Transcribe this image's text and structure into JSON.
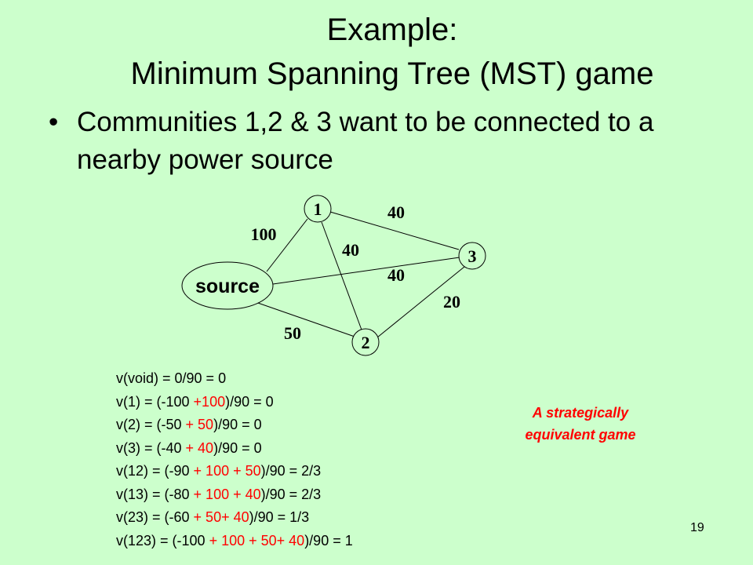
{
  "title": {
    "line1": "Example:",
    "line2": "Minimum Spanning Tree (MST) game"
  },
  "bullet": {
    "marker": "•",
    "text": "Communities 1,2 & 3 want to be connected to a nearby power source"
  },
  "graph": {
    "nodes": {
      "source": "source",
      "n1": "1",
      "n2": "2",
      "n3": "3"
    },
    "edges": {
      "source_1": "100",
      "one_3": "40",
      "one_2": "40",
      "source_3": "40",
      "two_3": "20",
      "source_2": "50"
    }
  },
  "equations": [
    {
      "prefix": "v(void) = 0/90 = 0",
      "red": "",
      "suffix": ""
    },
    {
      "prefix": "v(1) = (-100 ",
      "red": "+100",
      "suffix": ")/90 = 0"
    },
    {
      "prefix": "v(2) = (-50 ",
      "red": "+ 50",
      "suffix": ")/90 = 0"
    },
    {
      "prefix": "v(3) = (-40 ",
      "red": "+ 40",
      "suffix": ")/90 = 0"
    },
    {
      "prefix": "v(12) = (-90 ",
      "red": "+ 100 + 50",
      "suffix": ")/90 = 2/3"
    },
    {
      "prefix": "v(13) = (-80 ",
      "red": "+ 100 + 40",
      "suffix": ")/90 = 2/3"
    },
    {
      "prefix": "v(23) = (-60 ",
      "red": "+ 50+ 40",
      "suffix": ")/90 = 1/3"
    },
    {
      "prefix": "v(123) = (-100 ",
      "red": "+ 100 + 50+ 40",
      "suffix": ")/90 = 1"
    }
  ],
  "note": {
    "line1": "A strategically",
    "line2": "equivalent game"
  },
  "page_number": "19",
  "colors": {
    "background": "#ccffcc",
    "highlight": "#ff0000"
  }
}
